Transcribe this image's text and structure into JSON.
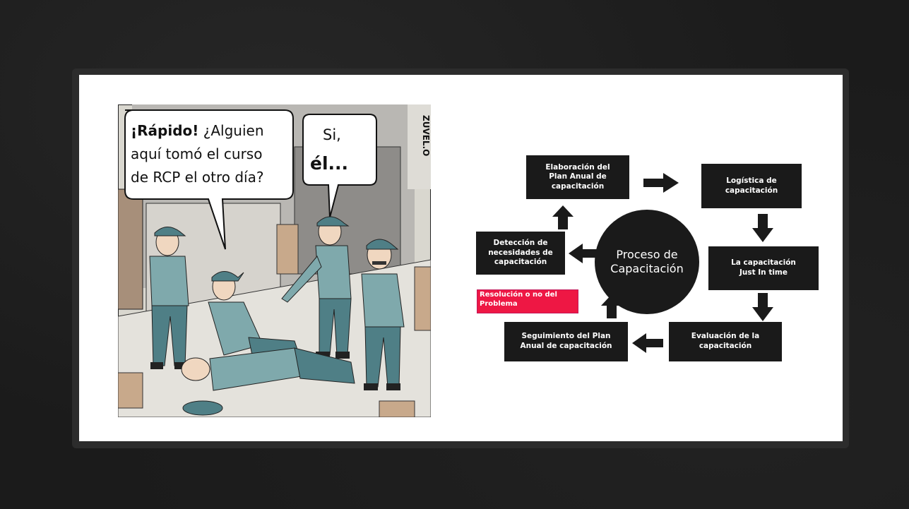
{
  "comic": {
    "bubble_left_bold": "¡Rápido!",
    "bubble_left_line1_rest": " ¿Alguien",
    "bubble_left_line2": "aquí tomó el curso",
    "bubble_left_line3": "de RCP el otro día?",
    "bubble_right_line1": "Si,",
    "bubble_right_line2": "él...",
    "signature": "ZUVEL.O"
  },
  "diagram": {
    "center": "Proceso de\nCapacitación",
    "nodes": {
      "elaboracion": "Elaboración del\nPlan Anual de\ncapacitación",
      "logistica": "Logística de\ncapacitación",
      "just_in_time": "La capacitación\nJust In time",
      "evaluacion": "Evaluación de la\ncapacitación",
      "seguimiento": "Seguimiento del Plan\nAnual de capacitación",
      "deteccion": "Detección de\nnecesidades de\ncapacitación"
    },
    "red_label": "Resolución o no del\nProblema",
    "colors": {
      "box": "#1a1a1a",
      "arrow": "#1a1a1a",
      "label": "#ee1744",
      "label_border": "#c2185b"
    }
  }
}
